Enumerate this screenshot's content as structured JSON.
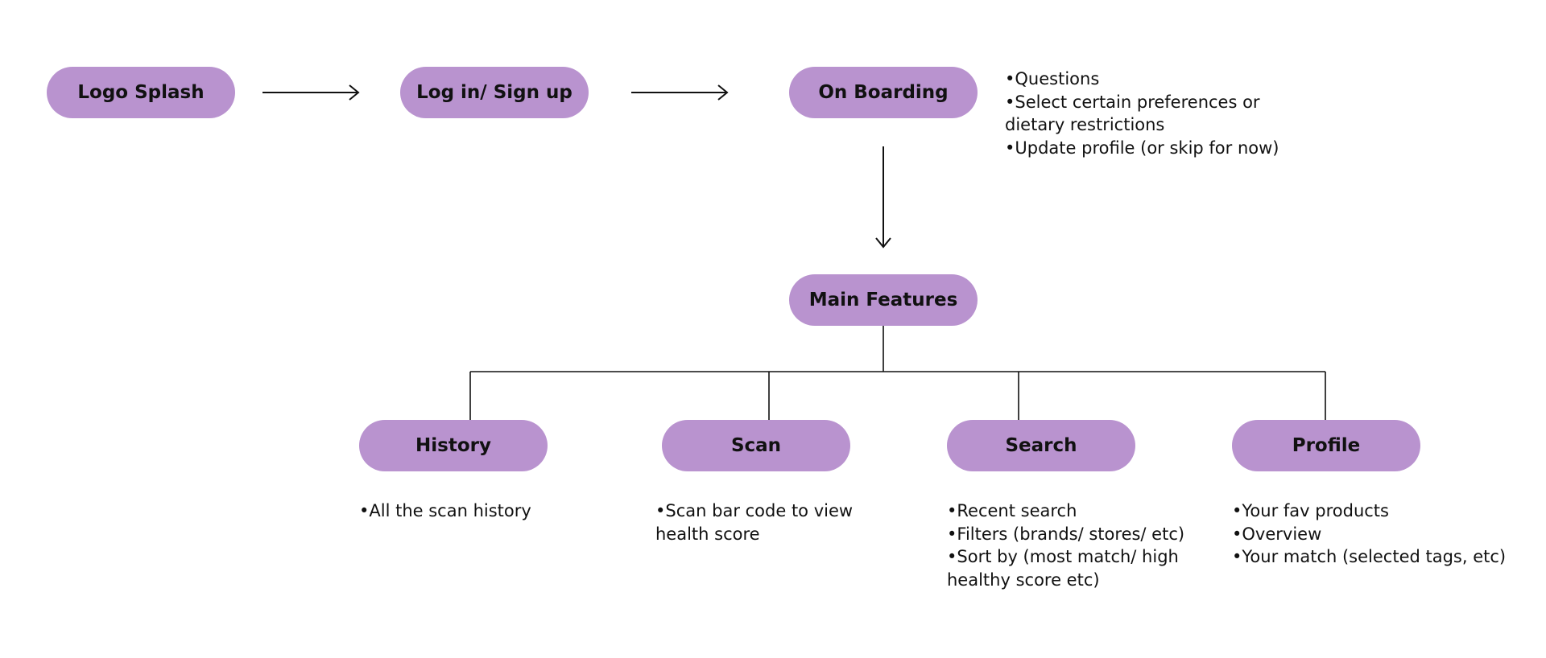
{
  "colors": {
    "node_fill": "#b993cf",
    "line": "#111111",
    "background": "#ffffff"
  },
  "nodes": {
    "logo_splash": "Logo Splash",
    "login_signup": "Log in/ Sign up",
    "on_boarding": "On Boarding",
    "main_features": "Main Features",
    "history": "History",
    "scan": "Scan",
    "search": "Search",
    "profile": "Profile"
  },
  "notes": {
    "on_boarding": [
      "•Questions",
      "•Select certain preferences or",
      "dietary restrictions",
      "•Update profile (or skip for now)"
    ],
    "history": [
      "•All the scan history"
    ],
    "scan": [
      "•Scan bar code to view",
      "health score"
    ],
    "search": [
      "•Recent search",
      "•Filters (brands/ stores/ etc)",
      "•Sort by (most match/ high",
      "healthy score etc)"
    ],
    "profile": [
      "•Your fav products",
      "•Overview",
      "•Your match (selected tags, etc)"
    ]
  }
}
